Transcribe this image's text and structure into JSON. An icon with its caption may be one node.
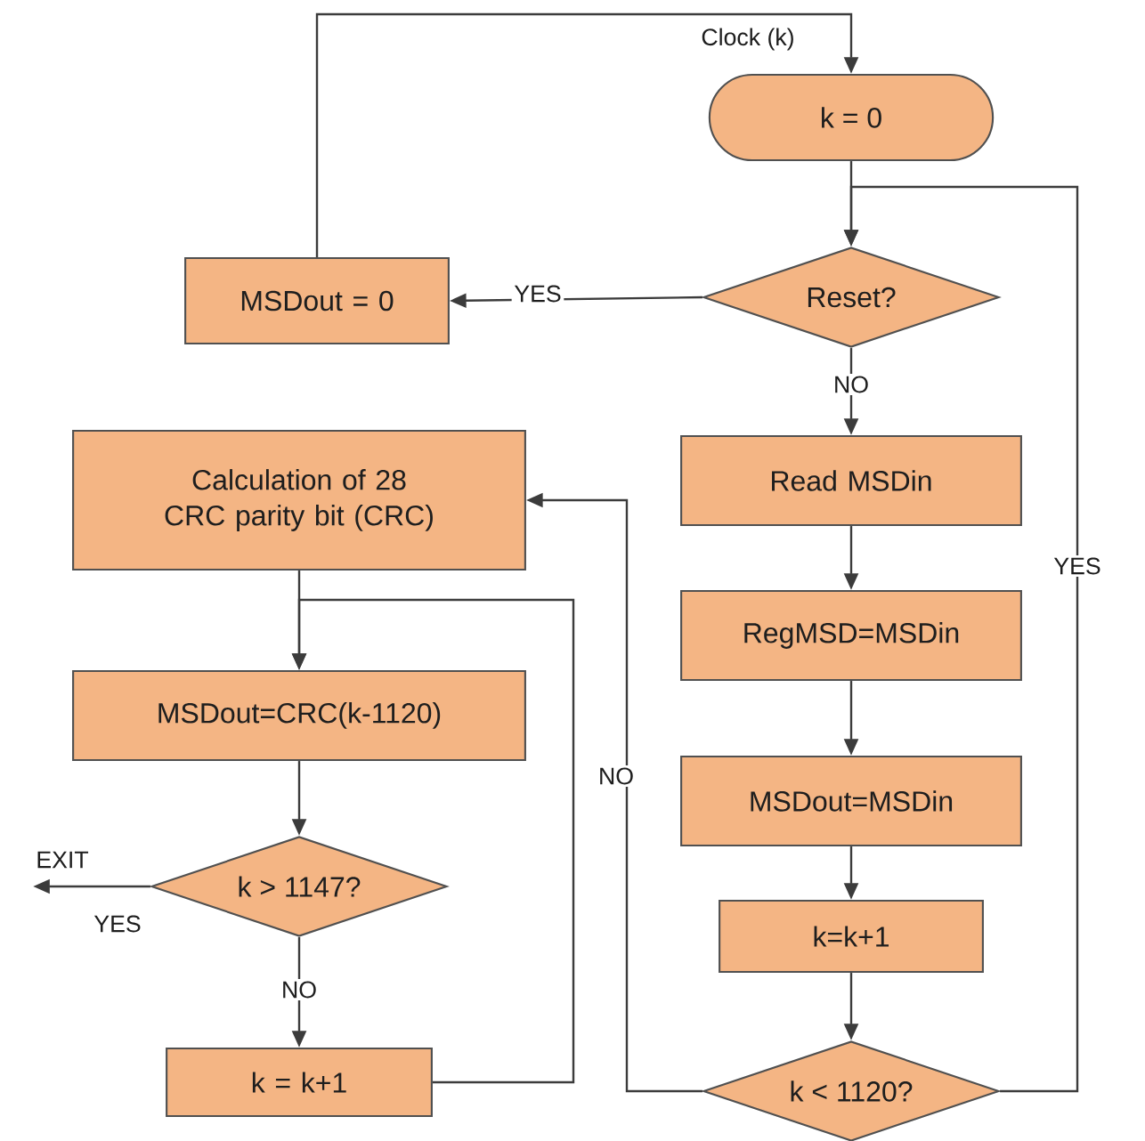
{
  "diagram": {
    "nodes": [
      {
        "text": [
          "k = 0"
        ]
      },
      {
        "text": [
          "Reset?"
        ]
      },
      {
        "text": [
          "MSDout = 0"
        ]
      },
      {
        "text": [
          "Read  MSDin"
        ]
      },
      {
        "text": [
          "RegMSD=MSDin"
        ]
      },
      {
        "text": [
          "MSDout=MSDin"
        ]
      },
      {
        "text": [
          "k=k+1"
        ]
      },
      {
        "text": [
          "k < 1120?"
        ]
      },
      {
        "text": [
          "Calculation of 28 CRC parity bit (CRC)"
        ]
      },
      {
        "text": [
          "MSDout=CRC(k-1120)"
        ]
      },
      {
        "text": [
          "k > 1147?"
        ]
      },
      {
        "text": [
          "k = k+1"
        ]
      },
      {
        "text": [
          "EXIT"
        ]
      }
    ],
    "edges": [
      {
        "from": 0,
        "to": 1,
        "arrow": "to"
      },
      {
        "from": 1,
        "to": 2,
        "arrow": "to",
        "label": "YES"
      },
      {
        "from": 1,
        "to": 3,
        "arrow": "to",
        "label": "NO"
      },
      {
        "from": 3,
        "to": 4,
        "arrow": "to"
      },
      {
        "from": 4,
        "to": 5,
        "arrow": "to"
      },
      {
        "from": 5,
        "to": 6,
        "arrow": "to"
      },
      {
        "from": 6,
        "to": 7,
        "arrow": "to"
      },
      {
        "from": 7,
        "to": 1,
        "arrow": "to",
        "label": "YES"
      },
      {
        "from": 7,
        "to": 8,
        "arrow": "to",
        "label": "NO"
      },
      {
        "from": 8,
        "to": 9,
        "arrow": "to"
      },
      {
        "from": 9,
        "to": 10,
        "arrow": "to"
      },
      {
        "from": 10,
        "to": 12,
        "arrow": "to",
        "label": "YES"
      },
      {
        "from": 10,
        "to": 11,
        "arrow": "to",
        "label": "NO"
      },
      {
        "from": 11,
        "to": 9,
        "arrow": "to"
      },
      {
        "from": 2,
        "to": 0,
        "arrow": "to",
        "label": "Clock (k)"
      }
    ]
  }
}
